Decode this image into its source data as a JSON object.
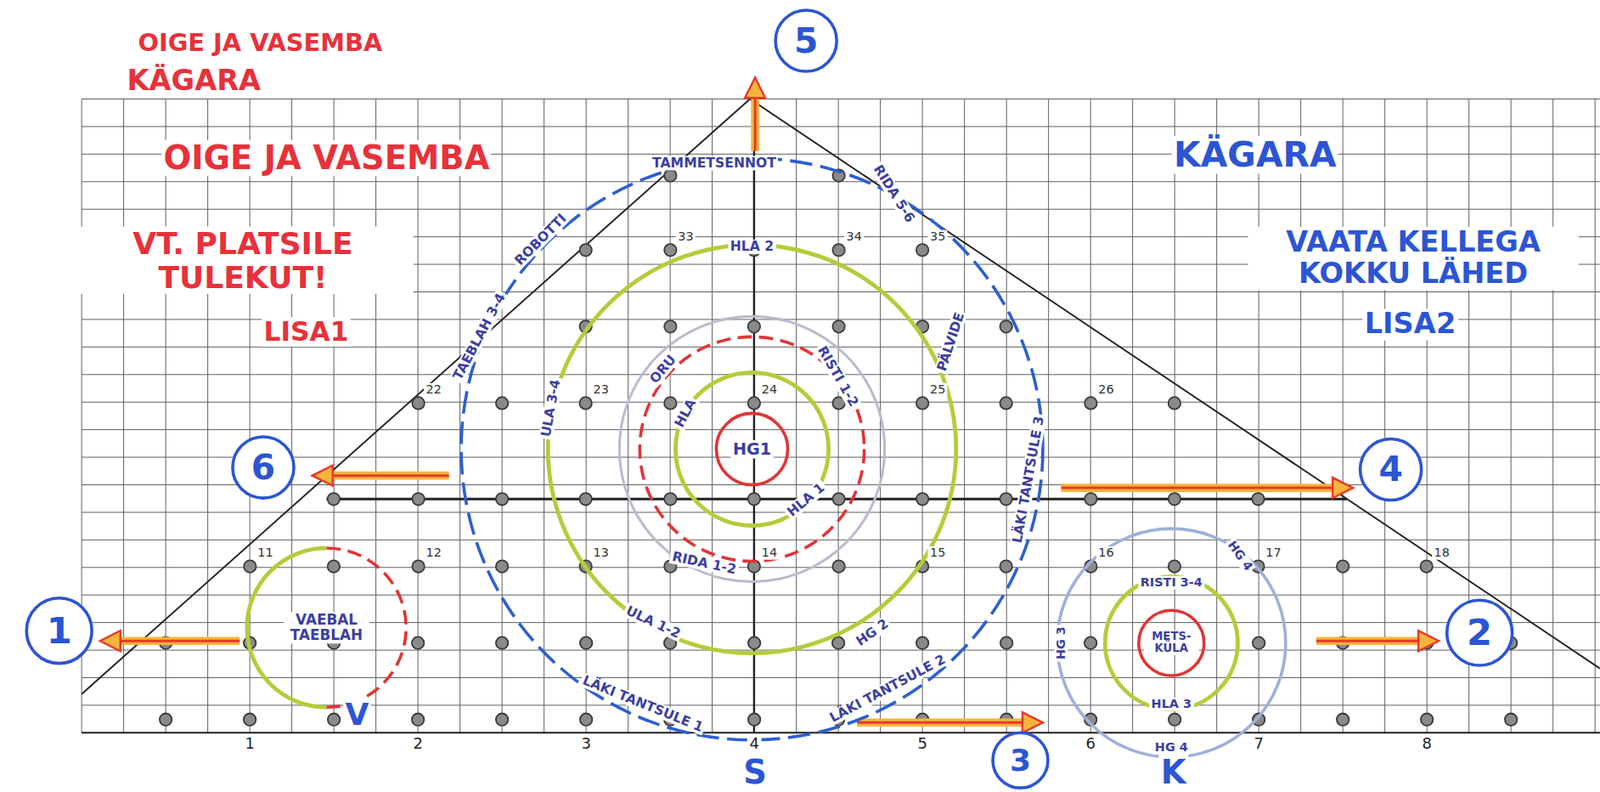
{
  "diagram": {
    "nodes": [
      {
        "text": [
          "TAEBLAH 3-4",
          "ROBOTTI",
          "TAMMETSENNOT",
          "RIDA 5-6",
          "LÄKI TANTSULE 3",
          "HG 2",
          "LÄKI TANTSULE 2",
          "LÄKI TANTSULE 1"
        ]
      },
      {
        "text": [
          "HLA 2",
          "ULA 3-4",
          "PÄLVIDE",
          "ULA 1-2"
        ],
        "in": 0
      },
      {
        "text": [
          "RIDA 1-2"
        ],
        "in": 1
      },
      {
        "text": [
          "ORU",
          "RISTI 1-2"
        ],
        "in": 2
      },
      {
        "text": [
          "HLA",
          "HLA 1"
        ],
        "in": 3
      },
      {
        "text": [
          "HG1"
        ],
        "in": 4
      },
      {
        "text": [
          "VAEBAL TAEBLAH"
        ]
      },
      {
        "text": [
          "HG 3",
          "HG 4",
          "HG 4"
        ]
      },
      {
        "text": [
          "RISTI 3-4",
          "HLA 3"
        ],
        "in": 7
      },
      {
        "text": [
          "METS-KÜLA"
        ],
        "in": 8
      },
      {
        "text": [
          "5"
        ]
      },
      {
        "text": [
          "6"
        ]
      },
      {
        "text": [
          "4"
        ]
      },
      {
        "text": [
          "1"
        ]
      },
      {
        "text": [
          "2"
        ]
      },
      {
        "text": [
          "3"
        ]
      }
    ],
    "labels": [
      "OIGE JA VASEMBA",
      "KÄGARA",
      "OIGE JA VASEMBA",
      "VT. PLATSILE TULEKUT!",
      "LISA1",
      "KÄGARA",
      "VAATA KELLEGA KOKKU LÄHED",
      "LISA2",
      "V",
      "S",
      "K",
      "1",
      "2",
      "3",
      "4",
      "5",
      "6",
      "7",
      "8",
      "11",
      "12",
      "13",
      "14",
      "15",
      "16",
      "17",
      "18",
      "22",
      "23",
      "24",
      "25",
      "26",
      "33",
      "34",
      "35"
    ]
  }
}
